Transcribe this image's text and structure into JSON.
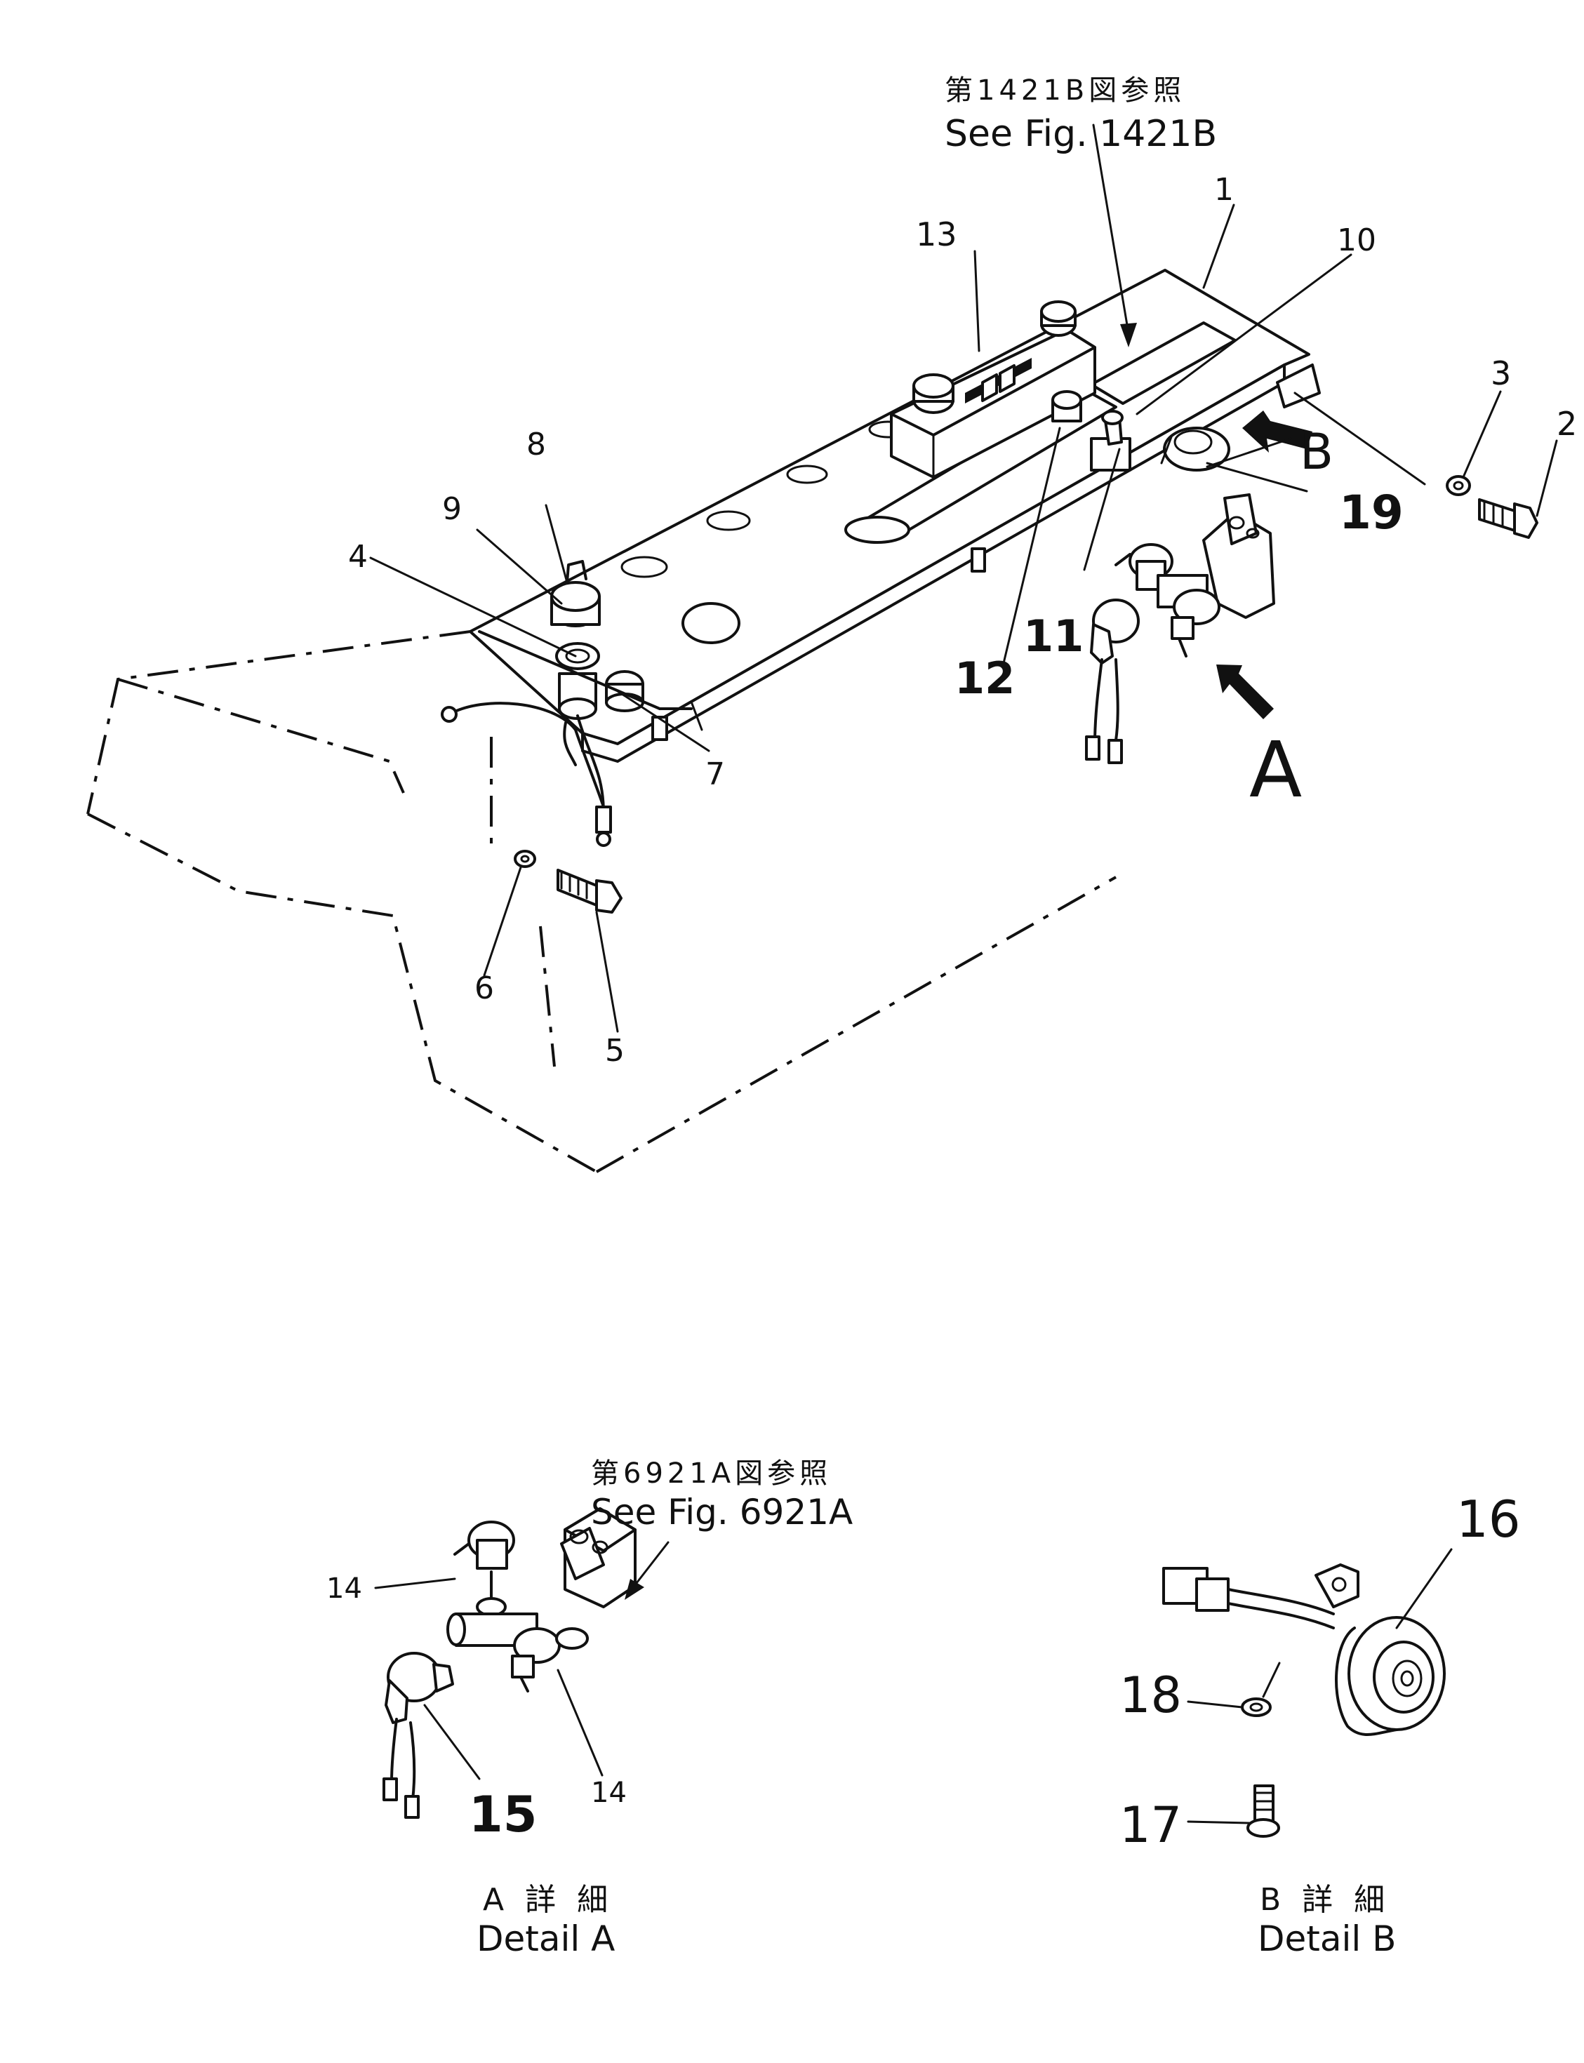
{
  "references": {
    "top": {
      "jp": "第1421B図参照",
      "en": "See Fig. 1421B"
    },
    "detail_a": {
      "jp": "第6921A図参照",
      "en": "See Fig. 6921A"
    }
  },
  "view_markers": {
    "a": "A",
    "b": "B"
  },
  "details": {
    "a": {
      "jp": "A 詳 細",
      "en": "Detail A"
    },
    "b": {
      "jp": "B 詳 細",
      "en": "Detail B"
    }
  },
  "callouts": {
    "n1": "1",
    "n2": "2",
    "n3": "3",
    "n4": "4",
    "n5": "5",
    "n6": "6",
    "n7": "7",
    "n8": "8",
    "n9": "9",
    "n10": "10",
    "n11": "11",
    "n12": "12",
    "n13": "13",
    "n14a": "14",
    "n14b": "14",
    "n15": "15",
    "n16": "16",
    "n17": "17",
    "n18": "18",
    "n19": "19"
  },
  "colors": {
    "ink": "#111111",
    "paper": "#ffffff"
  }
}
